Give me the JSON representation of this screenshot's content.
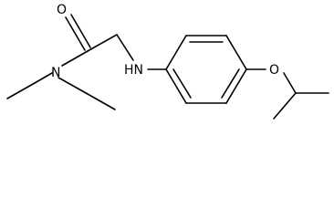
{
  "molecule": {
    "atoms": {
      "oxygen_carbonyl": "O",
      "nitrogen_amide": "N",
      "nitrogen_amine": "HN",
      "oxygen_ether": "O"
    }
  }
}
